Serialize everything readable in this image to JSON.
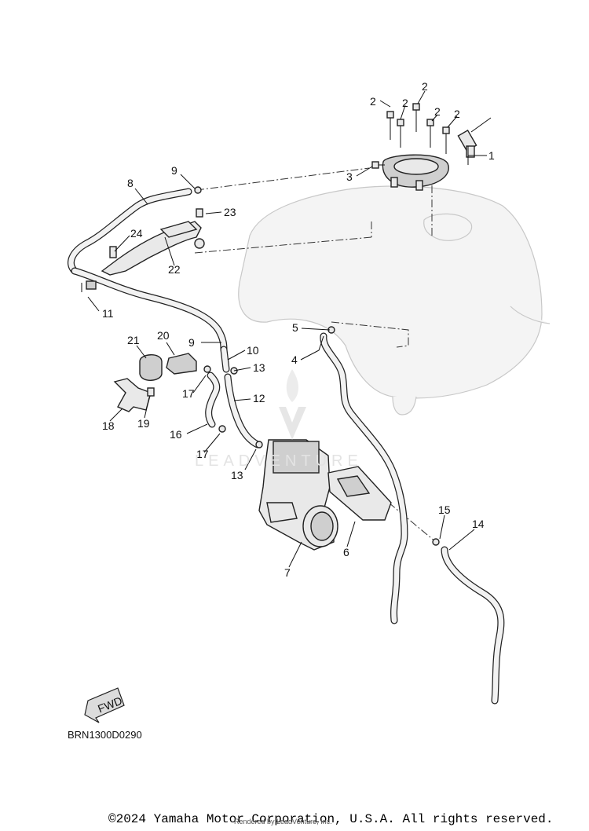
{
  "labels": [
    {
      "id": "1",
      "text": "1"
    },
    {
      "id": "2a",
      "text": "2"
    },
    {
      "id": "2b",
      "text": "2"
    },
    {
      "id": "2c",
      "text": "2"
    },
    {
      "id": "2d",
      "text": "2"
    },
    {
      "id": "2e",
      "text": "2"
    },
    {
      "id": "3",
      "text": "3"
    },
    {
      "id": "4",
      "text": "4"
    },
    {
      "id": "5",
      "text": "5"
    },
    {
      "id": "6",
      "text": "6"
    },
    {
      "id": "7",
      "text": "7"
    },
    {
      "id": "8",
      "text": "8"
    },
    {
      "id": "9a",
      "text": "9"
    },
    {
      "id": "9b",
      "text": "9"
    },
    {
      "id": "10",
      "text": "10"
    },
    {
      "id": "11",
      "text": "11"
    },
    {
      "id": "12",
      "text": "12"
    },
    {
      "id": "13a",
      "text": "13"
    },
    {
      "id": "13b",
      "text": "13"
    },
    {
      "id": "14",
      "text": "14"
    },
    {
      "id": "15",
      "text": "15"
    },
    {
      "id": "16",
      "text": "16"
    },
    {
      "id": "17a",
      "text": "17"
    },
    {
      "id": "17b",
      "text": "17"
    },
    {
      "id": "18",
      "text": "18"
    },
    {
      "id": "19",
      "text": "19"
    },
    {
      "id": "20",
      "text": "20"
    },
    {
      "id": "21",
      "text": "21"
    },
    {
      "id": "22",
      "text": "22"
    },
    {
      "id": "23",
      "text": "23"
    },
    {
      "id": "24",
      "text": "24"
    }
  ],
  "fwd_arrow": "FWD",
  "diagram_code": "BRN1300D0290",
  "watermark": "LEADVENTURE",
  "copyright": "©2024 Yamaha Motor Corporation, U.S.A. All rights reserved.",
  "rendered_by": "Rendered by LeadVenture, Inc."
}
